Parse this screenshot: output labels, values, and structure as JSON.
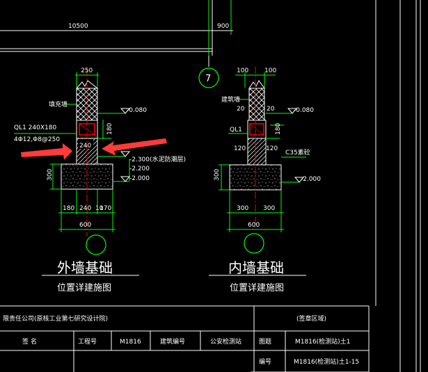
{
  "colors": {
    "background": "#000000",
    "line_green": "#00ff00",
    "line_white": "#ffffff",
    "axis_red": "#ff0000",
    "arrow_red": "#ff3b3b",
    "text_white": "#ffffff"
  },
  "top_dims": {
    "span_main": "10500",
    "span_side": "900"
  },
  "axis_label": "7",
  "outer_wall": {
    "top_width": "250",
    "lintel_tag": "填充墙",
    "beam_name": "QL1 240X180",
    "beam_rebar": "4Φ12,Φ8@250",
    "beam_height": "180",
    "wall_width": "240",
    "elev_top": "-0.080",
    "elev_wp": "-2.300(水泥防潮层)",
    "elev_mid": "-2.200",
    "elev_bot": "-2.000",
    "footing_height": "300",
    "dim_left": "180",
    "dim_center": "240",
    "dim_right1": "10",
    "dim_right2": "170",
    "footing_width": "600",
    "title": "外墙基础",
    "subtitle": "位置详建施图"
  },
  "inner_wall": {
    "top_left": "100",
    "top_right": "100",
    "lintel_tag": "建筑墙",
    "dim_20a": "20",
    "dim_20b": "20",
    "beam_name": "QL1",
    "beam_height": "180",
    "dim_120a": "120",
    "dim_120b": "120",
    "elev_top": "-0.080",
    "concrete": "C35素砼",
    "elev_bot": "-2.000",
    "footing_height": "300",
    "dim_left": "300",
    "dim_right": "300",
    "footing_width": "600",
    "title": "内墙基础",
    "subtitle": "位置详建施图"
  },
  "title_block": {
    "company": "限责任公司(原核工业第七研究设计院)",
    "stamp_area": "(签章区域)",
    "sign_label": "签  名",
    "project_no_label": "工程号",
    "project_no": "M1816",
    "building_no_label": "建筑编号",
    "building_name": "公安检测站",
    "drawing_label": "图题",
    "drawing_title": "M1816(检测站)土1",
    "number_label": "编号",
    "number_value": "M1816(检测站)土1-15"
  }
}
